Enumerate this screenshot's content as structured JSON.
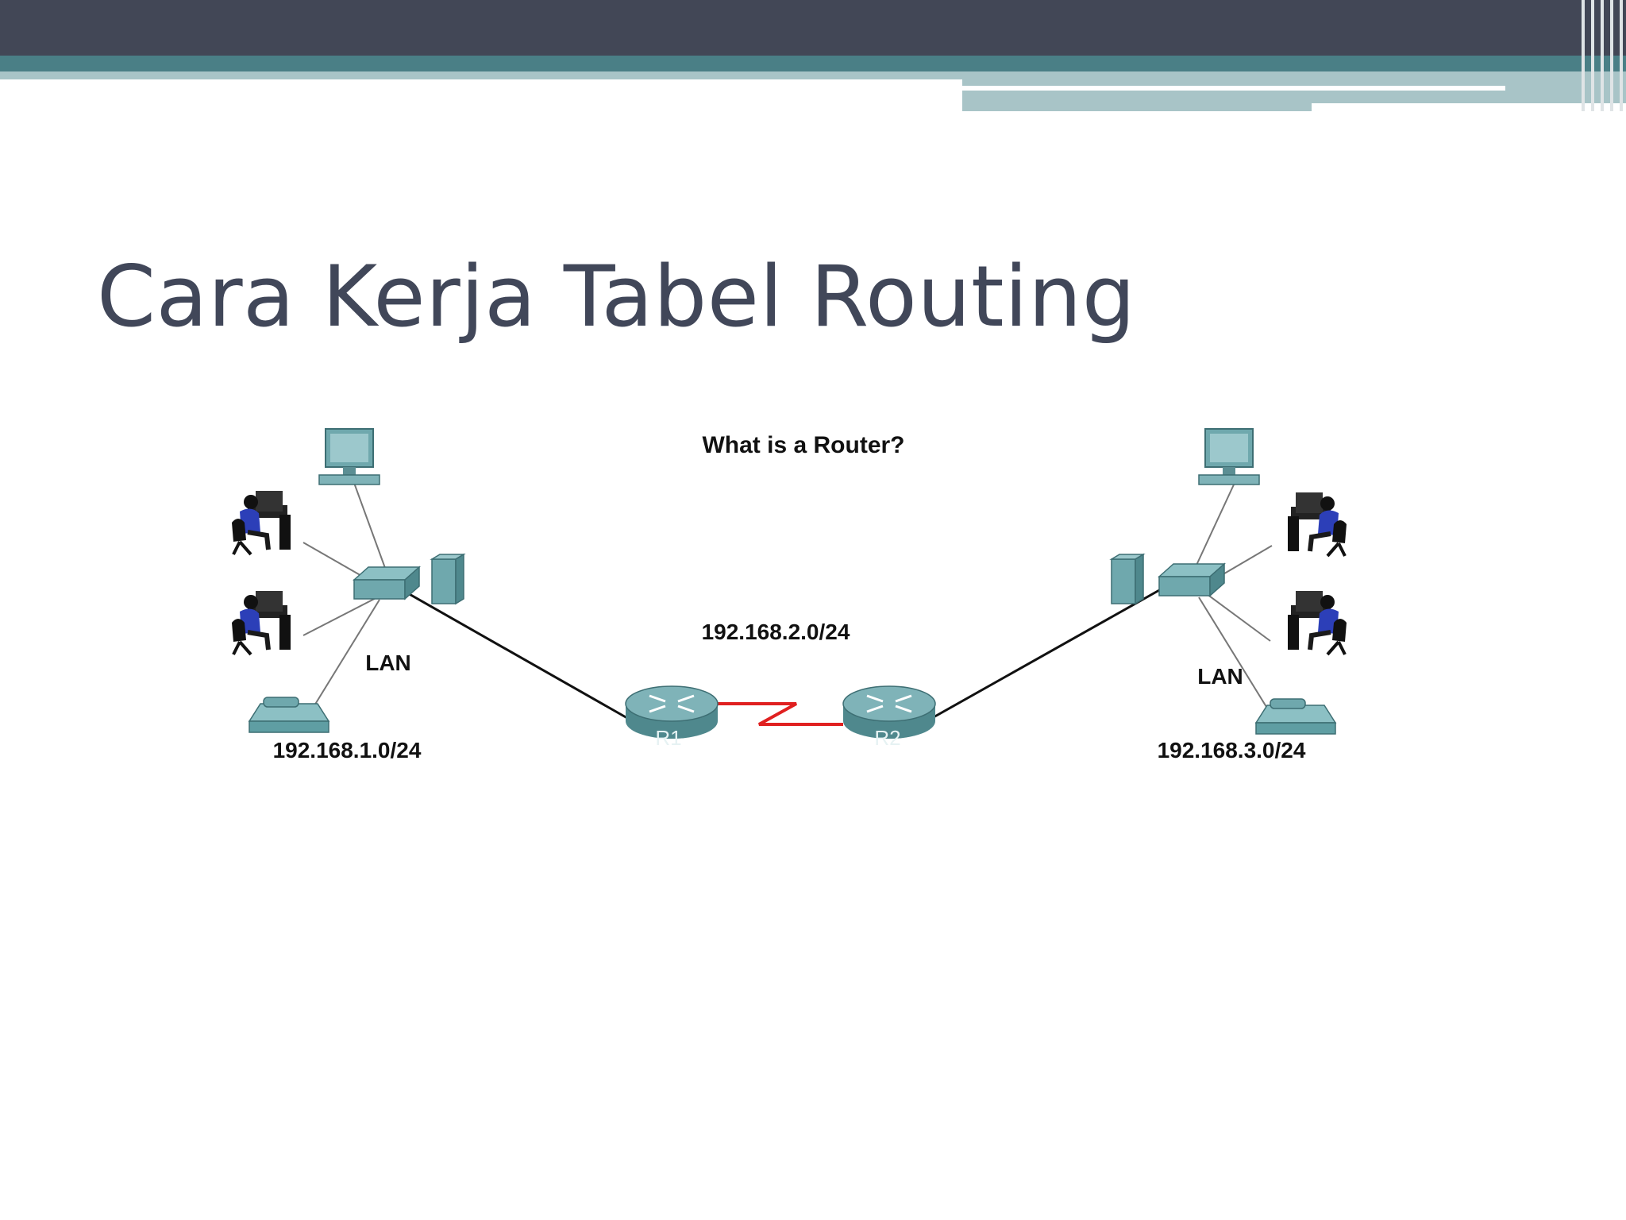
{
  "slide": {
    "title": "Cara Kerja Tabel Routing"
  },
  "diagram": {
    "caption": "What is a Router?",
    "left_lan": {
      "label": "LAN",
      "network": "192.168.1.0/24"
    },
    "wan": {
      "network": "192.168.2.0/24"
    },
    "right_lan": {
      "label": "LAN",
      "network": "192.168.3.0/24"
    },
    "routers": [
      {
        "label": "R1"
      },
      {
        "label": "R2"
      }
    ]
  },
  "colors": {
    "top_bar": "#424756",
    "accent_teal": "#4a7f86",
    "accent_light": "#a8c4c7",
    "title_text": "#414759",
    "device_teal": "#5f9ea3",
    "serial_link": "#e02020"
  },
  "icons": {
    "routers": "router-icon",
    "switches": "switch-icon",
    "pcs": "desktop-computer-icon",
    "users": "user-at-workstation-icon",
    "servers": "server-icon",
    "phones": "ip-phone-icon"
  }
}
